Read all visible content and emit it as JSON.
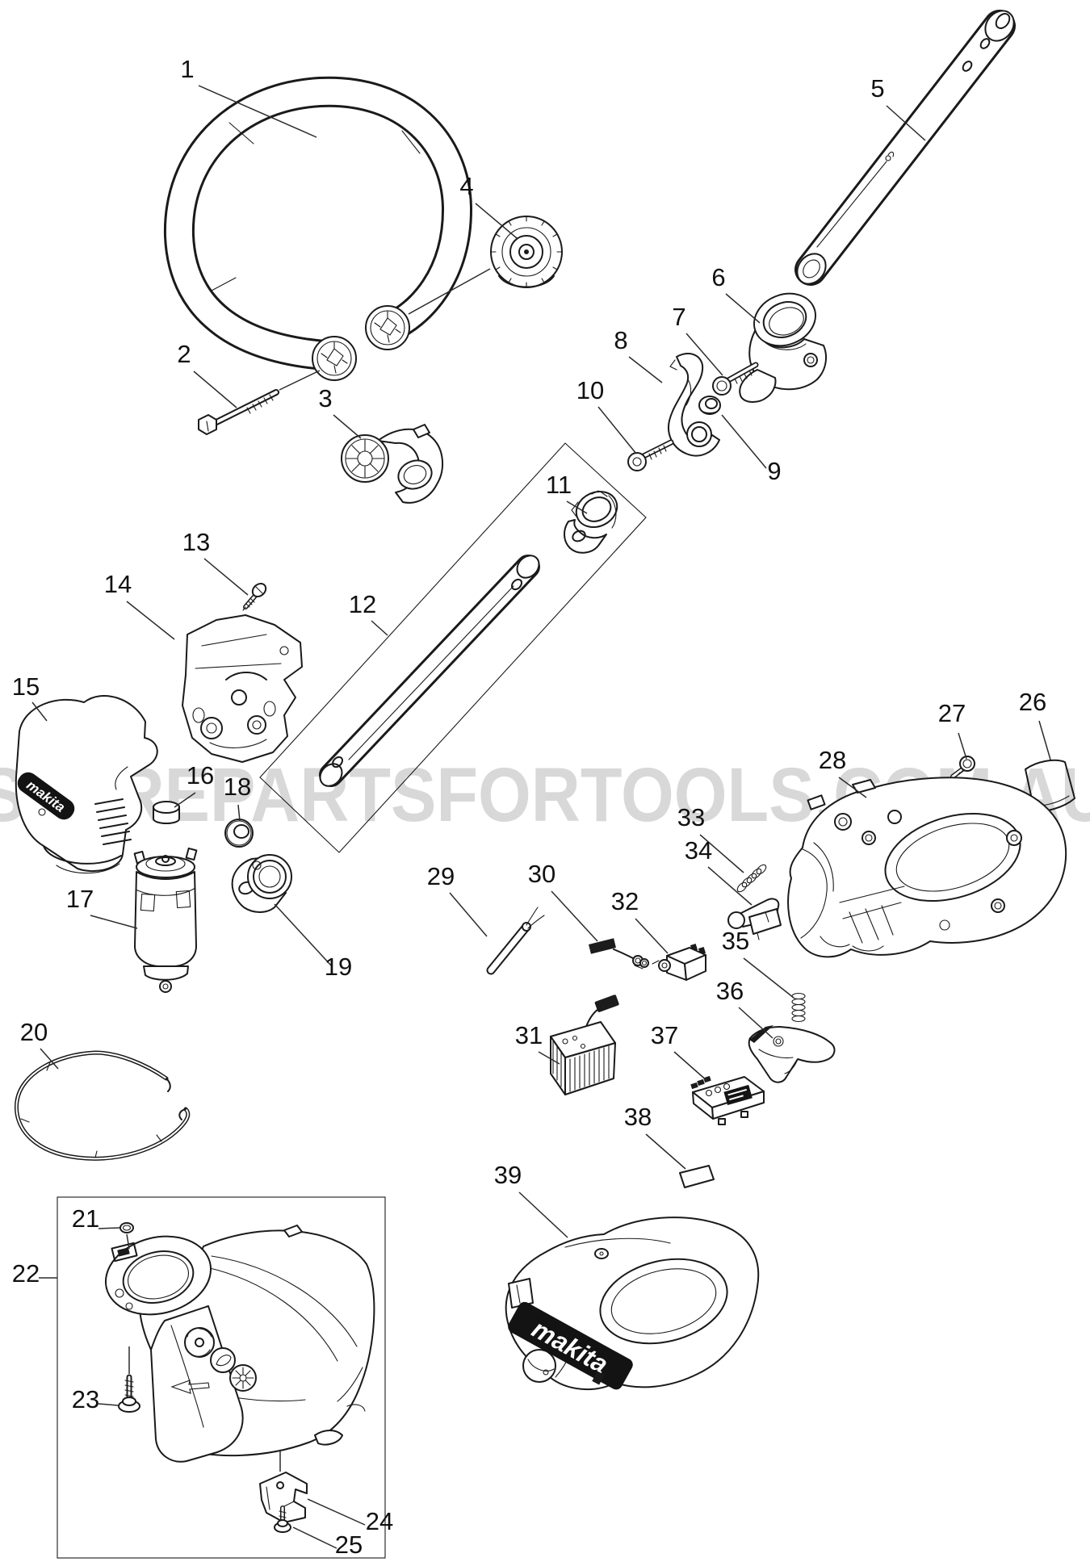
{
  "watermark": {
    "text": "SPAREPARTSFORTOOLS.COM.AU"
  },
  "brand": {
    "logo": "makita"
  },
  "colors": {
    "line": "#1a1a1a",
    "watermark": "#d8d8d8",
    "background": "#ffffff",
    "logo_bg": "#131313",
    "logo_text": "#ffffff"
  },
  "parts": [
    {
      "num": "1"
    },
    {
      "num": "2"
    },
    {
      "num": "3"
    },
    {
      "num": "4"
    },
    {
      "num": "5"
    },
    {
      "num": "6"
    },
    {
      "num": "7"
    },
    {
      "num": "8"
    },
    {
      "num": "9"
    },
    {
      "num": "10"
    },
    {
      "num": "11"
    },
    {
      "num": "12"
    },
    {
      "num": "13"
    },
    {
      "num": "14"
    },
    {
      "num": "15"
    },
    {
      "num": "16"
    },
    {
      "num": "17"
    },
    {
      "num": "18"
    },
    {
      "num": "19"
    },
    {
      "num": "20"
    },
    {
      "num": "21"
    },
    {
      "num": "22"
    },
    {
      "num": "23"
    },
    {
      "num": "24"
    },
    {
      "num": "25"
    },
    {
      "num": "26"
    },
    {
      "num": "27"
    },
    {
      "num": "28"
    },
    {
      "num": "29"
    },
    {
      "num": "30"
    },
    {
      "num": "31"
    },
    {
      "num": "32"
    },
    {
      "num": "33"
    },
    {
      "num": "34"
    },
    {
      "num": "35"
    },
    {
      "num": "36"
    },
    {
      "num": "37"
    },
    {
      "num": "38"
    },
    {
      "num": "39"
    }
  ]
}
